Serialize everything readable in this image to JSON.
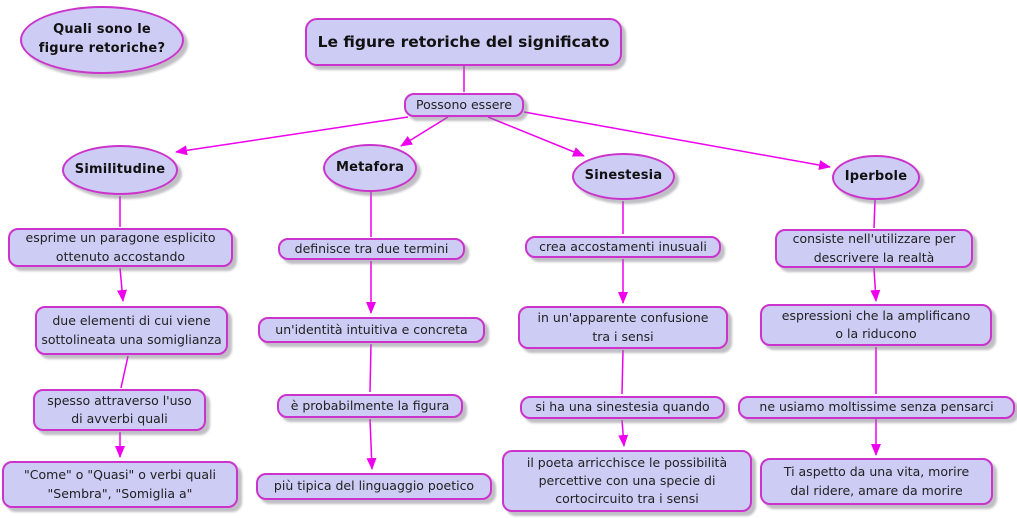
{
  "question": {
    "label": "Quali sono le\nfigure retoriche?"
  },
  "title": {
    "label": "Le figure retoriche del significato"
  },
  "root_link": {
    "label": "Possono essere"
  },
  "branches": [
    {
      "concept": "Similitudine",
      "nodes": [
        "esprime un paragone esplicito\nottenuto accostando",
        "due elementi di cui viene\nsottolineata una somiglianza",
        "spesso attraverso l'uso\ndi avverbi quali",
        "\"Come\" o \"Quasi\" o verbi quali\n\"Sembra\", \"Somiglia a\""
      ]
    },
    {
      "concept": "Metafora",
      "nodes": [
        "definisce tra due termini",
        "un'identità intuitiva e concreta",
        "è probabilmente la figura",
        "più tipica del linguaggio poetico"
      ]
    },
    {
      "concept": "Sinestesia",
      "nodes": [
        "crea accostamenti inusuali",
        "in un'apparente confusione\ntra i sensi",
        "si ha una sinestesia quando",
        "il poeta arricchisce le possibilità\npercettive con una specie di\ncortocircuito tra i sensi"
      ]
    },
    {
      "concept": "Iperbole",
      "nodes": [
        "consiste nell'utilizzare per\ndescrivere la realtà",
        "espressioni che la amplificano\no la riducono",
        "ne usiamo moltissime senza pensarci",
        "Ti aspetto da una vita, morire\ndal ridere, amare da morire"
      ]
    }
  ],
  "colors": {
    "node_fill": "#ccccf5",
    "node_border": "#cc33cc",
    "connector": "#ee00ee",
    "text": "#222222"
  }
}
